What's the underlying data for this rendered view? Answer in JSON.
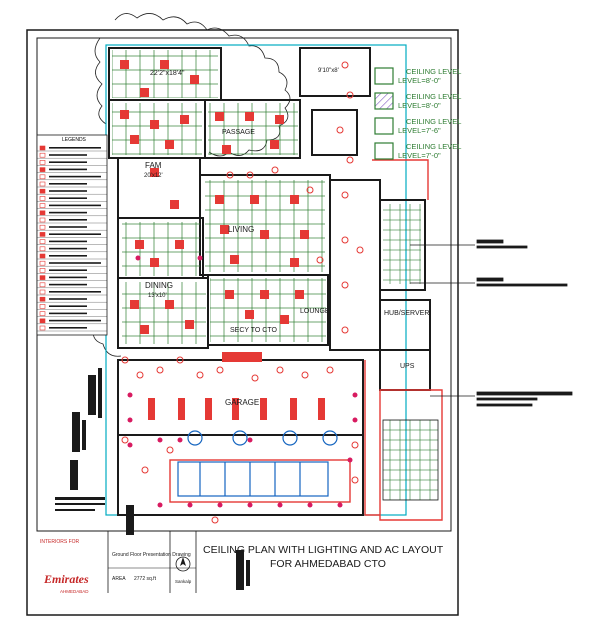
{
  "colors": {
    "room": "#2e7d32",
    "wall": "#1a1a1a",
    "accent_blue": "#1565c0",
    "ac_red": "#e53935",
    "pink": "#d81b60",
    "cyan": "#00acc1",
    "brand": "#c62828"
  },
  "rooms": {
    "room_a": "22'2\"x18'4\"",
    "family": "FAM",
    "family_size": "20'x12'",
    "living": "LIVING",
    "dining": "DINING",
    "dining_size": "13'x10'",
    "lounge": "LOUNGE",
    "secy": "SECY TO CTO",
    "hub": "HUB/SERVER",
    "ups": "UPS",
    "garage": "GARAGE",
    "passage": "PASSAGE",
    "size_tr": "9'10\"x8'"
  },
  "ceiling_legend": [
    {
      "label": "CEILING LEVEL=8'-0\"",
      "hatched": false
    },
    {
      "label": "CEILING LEVEL=8'-0\"",
      "hatched": true
    },
    {
      "label": "CEILING LEVEL=7'-6\"",
      "hatched": false
    },
    {
      "label": "CEILING LEVEL=7'-0\"",
      "hatched": false
    }
  ],
  "legend_title": "LEGENDS",
  "title_block": {
    "interiors_for": "INTERIORS FOR",
    "brand": "Emirates",
    "city": "AHMEDABAD",
    "drawing_name": "Ground Floor Presentation Drawing",
    "area_label": "AREA",
    "area_value": "2772 sq.ft",
    "company": "Sankalp",
    "plan_title": "CEILING PLAN WITH LIGHTING AND AC LAYOUT",
    "plan_subtitle": "FOR AHMEDABAD CTO"
  }
}
